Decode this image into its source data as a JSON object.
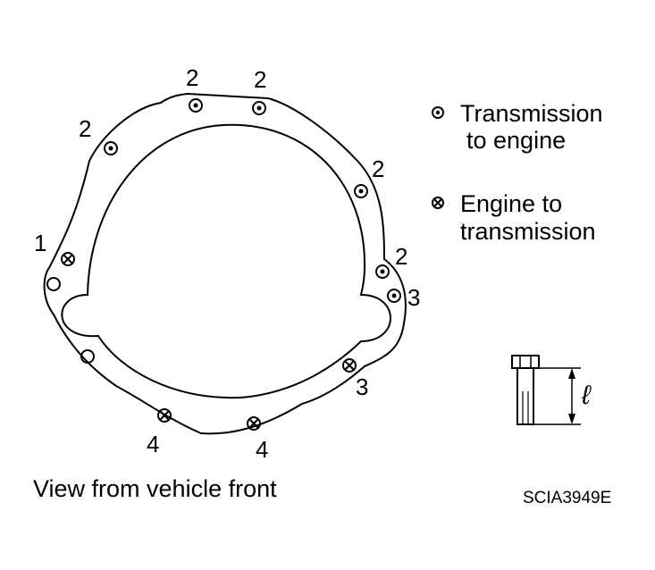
{
  "bolt_labels": {
    "b1": "1",
    "b2a": "2",
    "b2b": "2",
    "b2c": "2",
    "b2d": "2",
    "b2e": "2",
    "b3a": "3",
    "b3b": "3",
    "b4a": "4",
    "b4b": "4"
  },
  "legend": {
    "item1_line1": "Transmission",
    "item1_line2": "to engine",
    "item2_line1": "Engine to",
    "item2_line2": "transmission"
  },
  "dimension_symbol": "ℓ",
  "caption": "View from vehicle front",
  "figure_code": "SCIA3949E"
}
